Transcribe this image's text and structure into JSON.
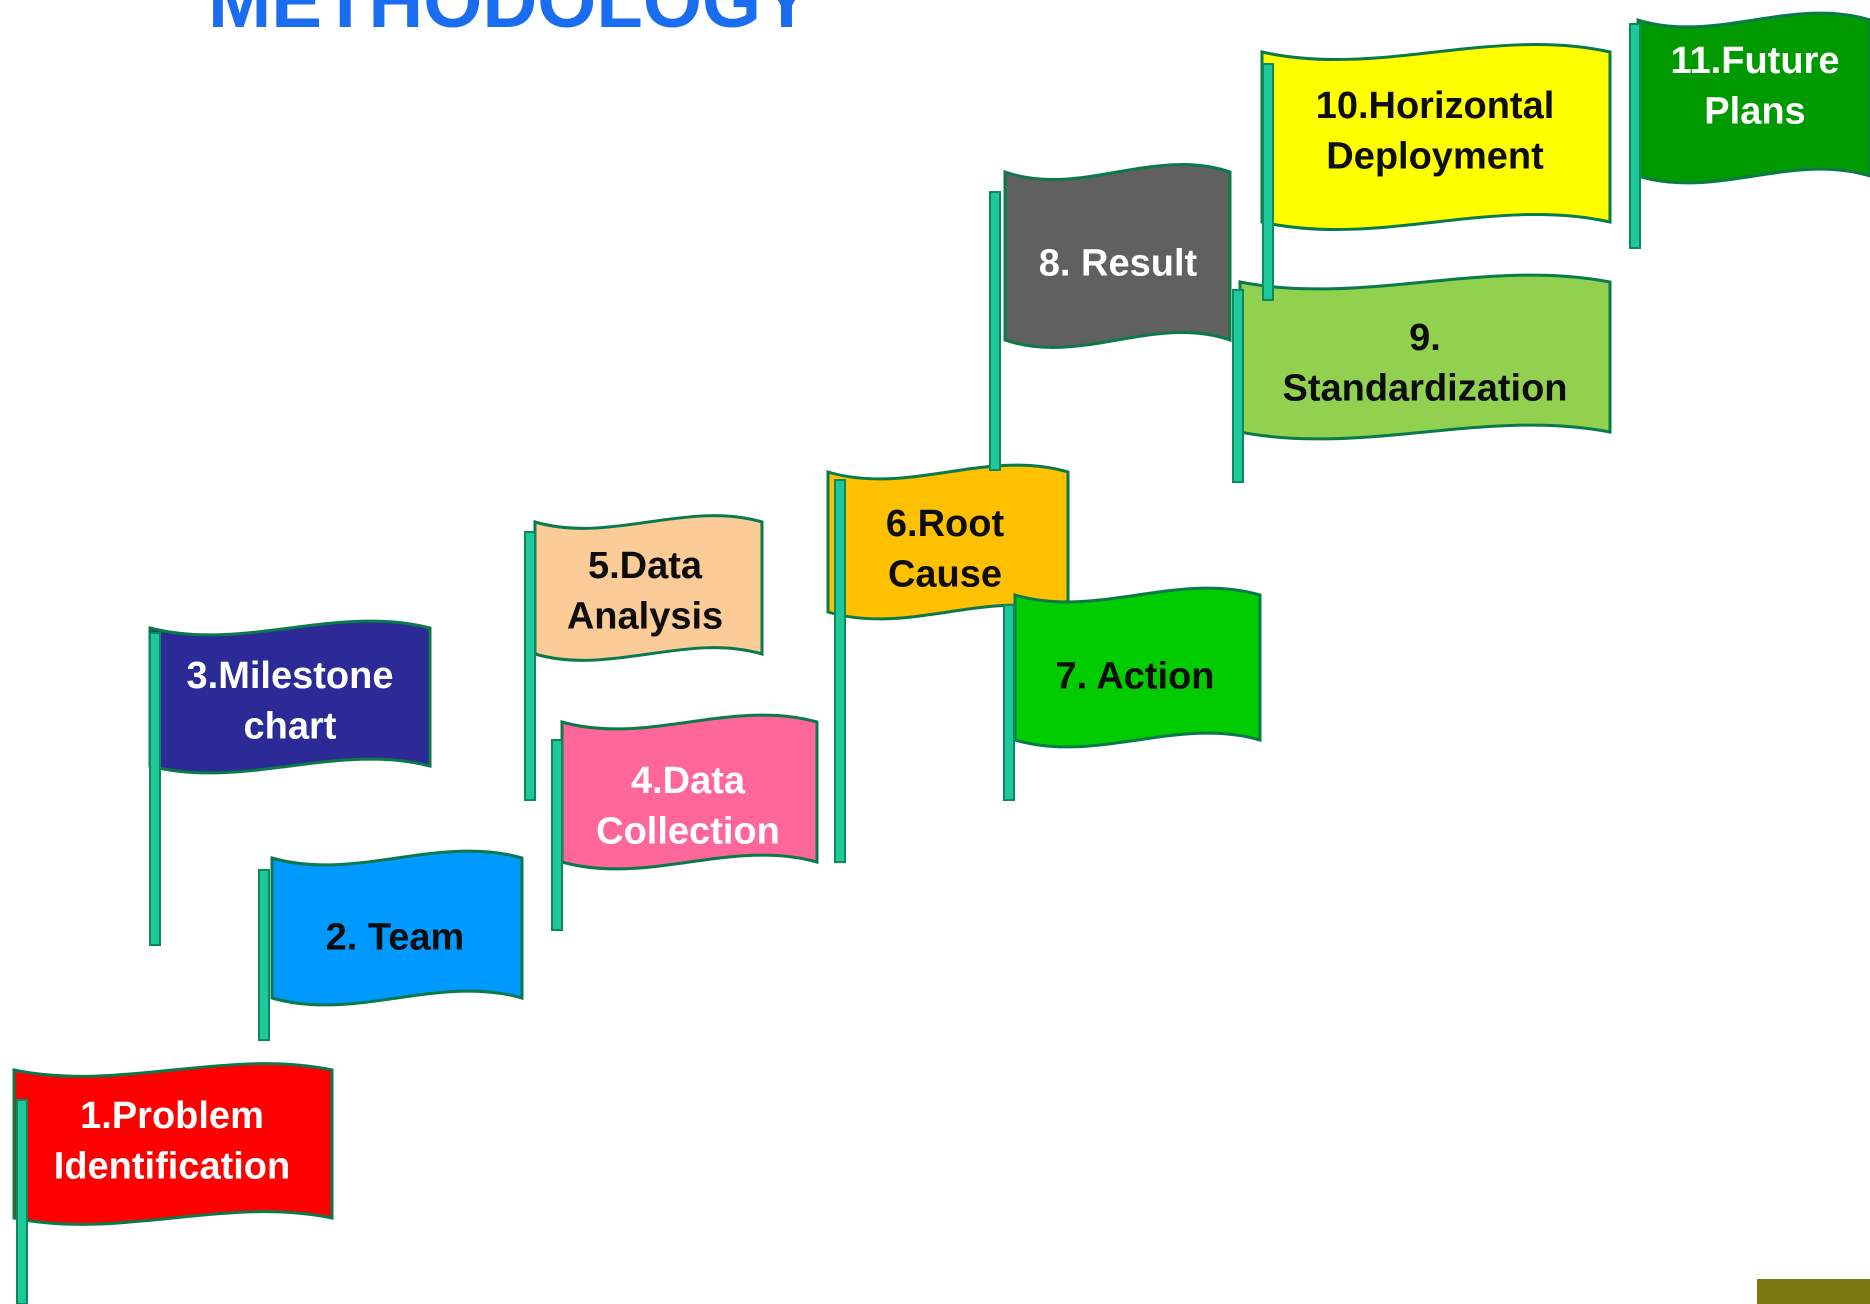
{
  "title": "METHODOLOGY",
  "colors": {
    "title": "#1a6cf0",
    "pole_fill": "#1fc89a",
    "pole_stroke": "#0c8a5c",
    "flag_stroke": "#0a7a4a",
    "corner_block": "#7a7a10"
  },
  "flags": [
    {
      "id": "problem-identification",
      "lines": [
        "1.Problem",
        "Identification"
      ],
      "fill": "#ff0000",
      "text_color": "#ffffff"
    },
    {
      "id": "team",
      "lines": [
        "2. Team"
      ],
      "fill": "#0099ff",
      "text_color": "#0d0d0d"
    },
    {
      "id": "milestone-chart",
      "lines": [
        "3.Milestone",
        "chart"
      ],
      "fill": "#2b2a96",
      "text_color": "#ffffff"
    },
    {
      "id": "data-collection",
      "lines": [
        "4.Data",
        "Collection"
      ],
      "fill": "#ff6699",
      "text_color": "#ffffff"
    },
    {
      "id": "data-analysis",
      "lines": [
        "5.Data",
        "Analysis"
      ],
      "fill": "#fbcb98",
      "text_color": "#0d0d0d"
    },
    {
      "id": "root-cause",
      "lines": [
        "6.Root",
        "Cause"
      ],
      "fill": "#ffc000",
      "text_color": "#0d0d0d"
    },
    {
      "id": "action",
      "lines": [
        "7. Action"
      ],
      "fill": "#00cc00",
      "text_color": "#0d0d0d"
    },
    {
      "id": "result",
      "lines": [
        "8. Result"
      ],
      "fill": "#606060",
      "text_color": "#ffffff"
    },
    {
      "id": "standardization",
      "lines": [
        "9.",
        "Standardization"
      ],
      "fill": "#92d050",
      "text_color": "#0d0d0d"
    },
    {
      "id": "horizontal-deployment",
      "lines": [
        "10.Horizontal",
        "Deployment"
      ],
      "fill": "#ffff00",
      "text_color": "#0d0d0d"
    },
    {
      "id": "future-plans",
      "lines": [
        "11.Future",
        "Plans"
      ],
      "fill": "#009900",
      "text_color": "#ffffff"
    }
  ]
}
